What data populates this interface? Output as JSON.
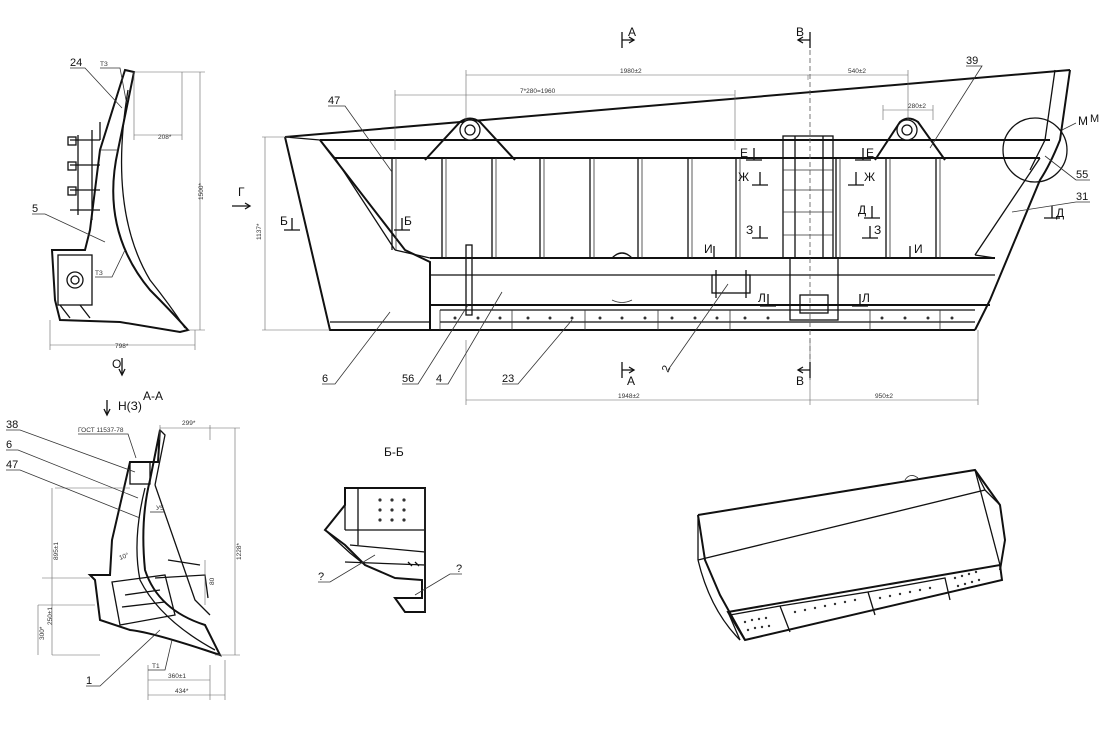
{
  "drawing": {
    "section_AA": "А-А",
    "section_BB": "Б-Б",
    "view_mark_G": "Г",
    "view_mark_O": "О",
    "view_mark_N": "Н(З)",
    "standard": "ГОСТ 11537-78",
    "weld_marks": [
      "ТЗ",
      "ТЗ",
      "У5",
      "Т1"
    ],
    "cut_marks": [
      "А",
      "А",
      "В",
      "В",
      "Б",
      "Б",
      "Е",
      "Е",
      "Ж",
      "Ж",
      "З",
      "З",
      "Д",
      "Д",
      "И",
      "И",
      "Л",
      "Л",
      "М"
    ],
    "unknown_marks": [
      "?",
      "?"
    ],
    "dimensions": {
      "top_1": "1980±2",
      "top_2": "540±2",
      "top_3": "7*280=1960",
      "top_4": "280±2",
      "height_main": "1137*",
      "bottom_1": "1948±2",
      "bottom_2": "950±2",
      "side_width": "798*",
      "side_top": "208*",
      "side_height": "1500*",
      "aa_top": "299*",
      "aa_height": "1228*",
      "aa_895": "895±1",
      "aa_300": "300*",
      "aa_250": "250±1",
      "aa_360": "360±1",
      "aa_434": "434*",
      "aa_80": "80",
      "aa_angle": "10°"
    },
    "callouts": {
      "main": [
        "47",
        "39",
        "M",
        "55",
        "31",
        "6",
        "56",
        "4",
        "23",
        "2"
      ],
      "side": [
        "24",
        "5"
      ],
      "aa": [
        "38",
        "6",
        "47",
        "1"
      ]
    }
  }
}
